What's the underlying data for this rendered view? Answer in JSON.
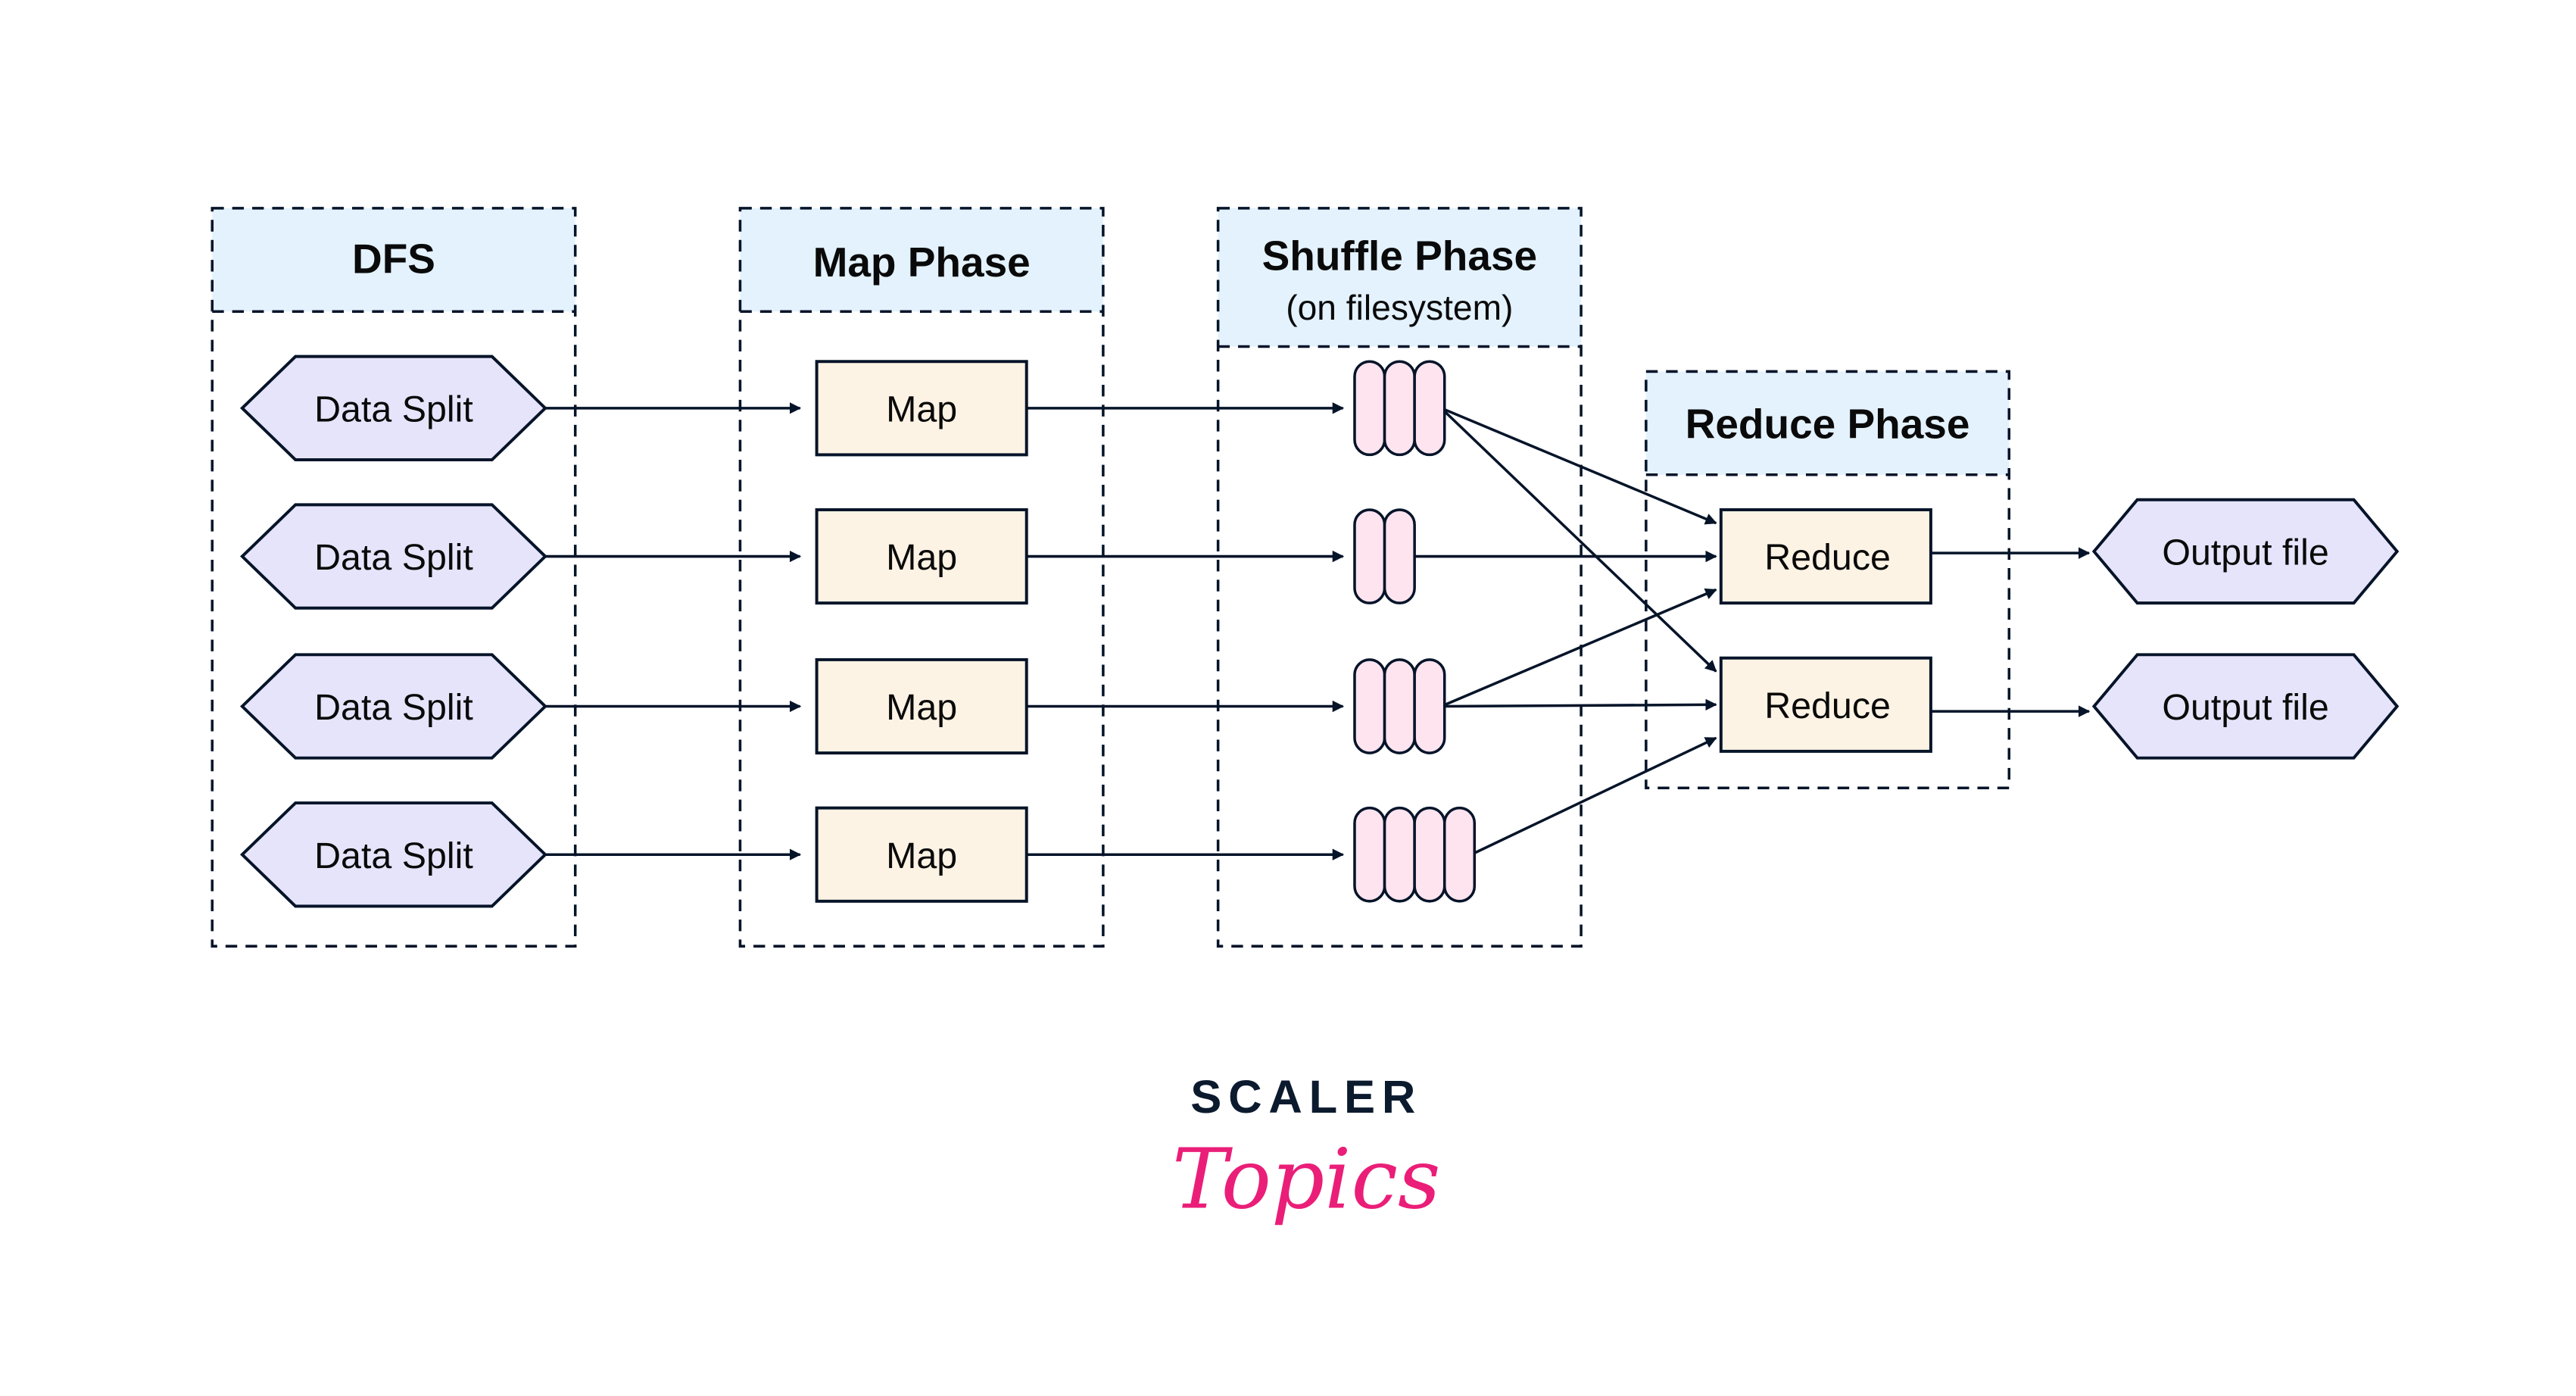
{
  "colors": {
    "stroke": "#061429",
    "phase_header_fill": "#e3f2fd",
    "hexagon_fill": "#e6e4fb",
    "box_fill": "#fdf3e4",
    "queue_fill": "#fde4ef",
    "logo_dark": "#0c1a2e",
    "logo_pink": "#ea1e78"
  },
  "phases": {
    "dfs": {
      "title": "DFS"
    },
    "map": {
      "title": "Map Phase"
    },
    "shuffle": {
      "title": "Shuffle Phase",
      "subtitle": "(on filesystem)"
    },
    "reduce": {
      "title": "Reduce Phase"
    }
  },
  "data_splits": [
    "Data Split",
    "Data Split",
    "Data Split",
    "Data Split"
  ],
  "maps": [
    "Map",
    "Map",
    "Map",
    "Map"
  ],
  "shuffle_queues": [
    {
      "segments": 3
    },
    {
      "segments": 2
    },
    {
      "segments": 3
    },
    {
      "segments": 4
    }
  ],
  "reducers": [
    "Reduce",
    "Reduce"
  ],
  "outputs": [
    "Output file",
    "Output file"
  ],
  "edges": [
    {
      "from": "queue-1",
      "to": "reduce-1"
    },
    {
      "from": "queue-1",
      "to": "reduce-2"
    },
    {
      "from": "queue-2",
      "to": "reduce-1"
    },
    {
      "from": "queue-3",
      "to": "reduce-1"
    },
    {
      "from": "queue-3",
      "to": "reduce-2"
    },
    {
      "from": "queue-4",
      "to": "reduce-2"
    }
  ],
  "logo": {
    "brand": "SCALER",
    "product": "Topics"
  }
}
